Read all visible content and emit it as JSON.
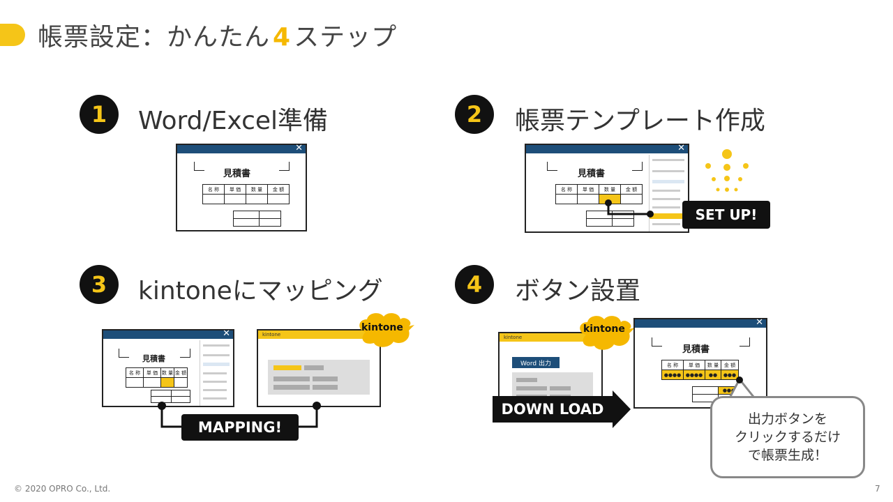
{
  "header": {
    "title_prefix": "帳票設定：かんたん",
    "title_num": "4",
    "title_suffix": "ステップ"
  },
  "steps": [
    {
      "num": "1",
      "label": "Word/Excel準備"
    },
    {
      "num": "2",
      "label": "帳票テンプレート作成"
    },
    {
      "num": "3",
      "label": "kintoneにマッピング"
    },
    {
      "num": "4",
      "label": "ボタン設置"
    }
  ],
  "doc": {
    "title": "見積書",
    "columns": [
      "名 称",
      "単 価",
      "数 量",
      "金 額"
    ],
    "close": "✕"
  },
  "badges": {
    "setup": "SET UP!",
    "mapping": "MAPPING!",
    "download": "DOWN LOAD"
  },
  "kintone": {
    "app_label": "kintone",
    "cloud_label": "kintone",
    "word_button": "Word 出力"
  },
  "step4_row": [
    "●●●●",
    "●●●●",
    "●●",
    "●●●"
  ],
  "step4_total": "●●●",
  "bubble": {
    "line1": "出力ボタンを",
    "line2": "クリックするだけ",
    "line3": "で帳票生成！"
  },
  "footer": {
    "copyright": "© 2020 OPRO Co., Ltd.",
    "page": "7"
  },
  "colors": {
    "accent": "#f5c518",
    "window_bar": "#1d4e79",
    "badge": "#111111"
  }
}
